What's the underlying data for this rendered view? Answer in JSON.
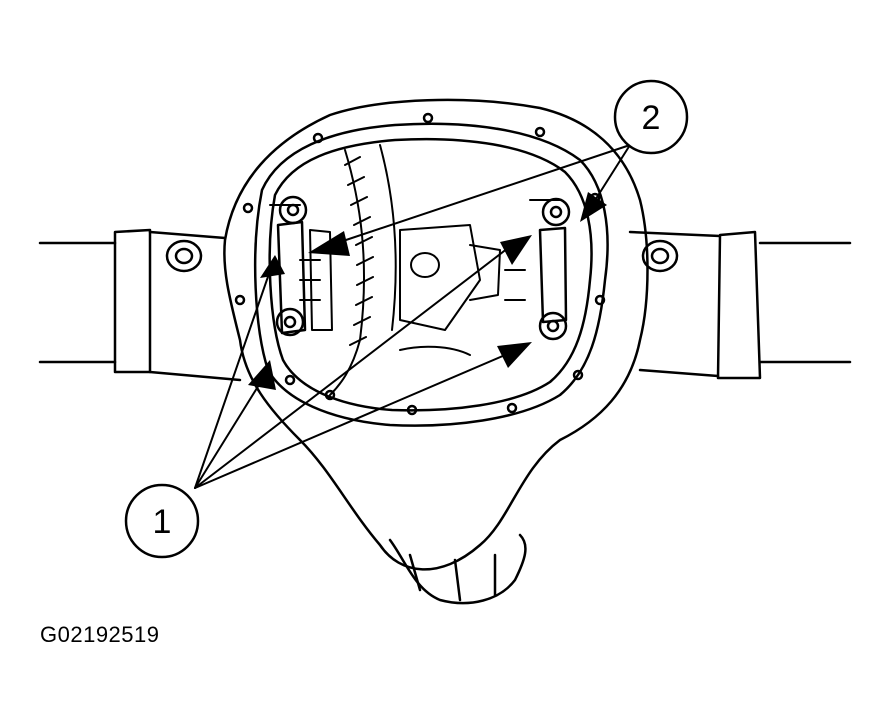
{
  "figure": {
    "id": "G02192519"
  },
  "callouts": [
    {
      "label": "1"
    },
    {
      "label": "2"
    }
  ],
  "colors": {
    "ink": "#000000",
    "paper": "#ffffff"
  }
}
